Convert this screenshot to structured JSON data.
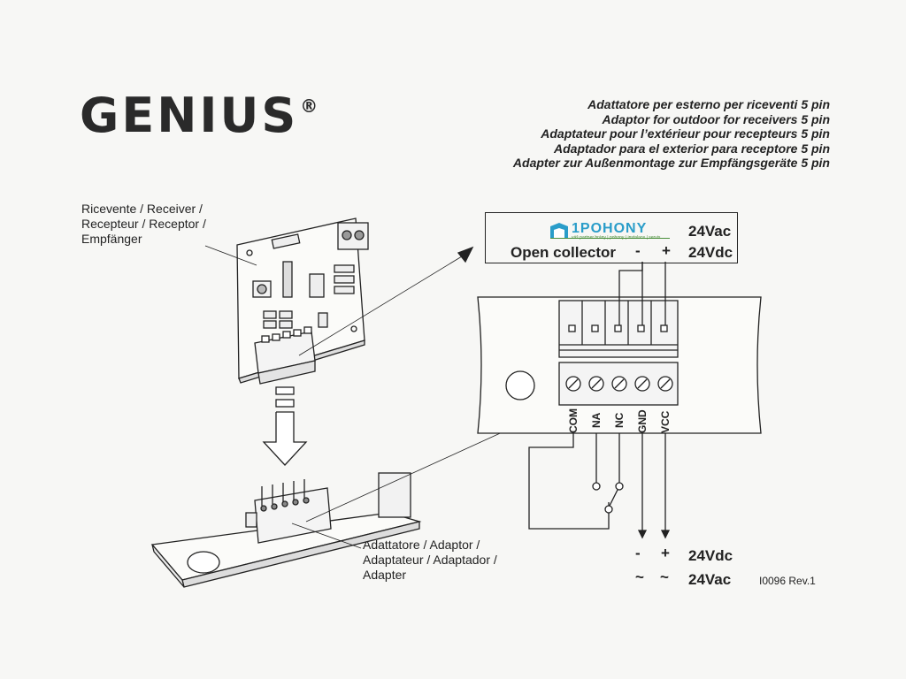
{
  "brand": {
    "name": "GENIUS",
    "registered": "®"
  },
  "titles": [
    "Adattatore per esterno per riceventi 5 pin",
    "Adaptor for outdoor for receivers 5 pin",
    "Adaptateur pour l’extérieur pour recepteurs 5 pin",
    "Adaptador para el exterior para receptore 5 pin",
    "Adapter zur Außenmontage zur Empfängsgeräte 5 pin"
  ],
  "receiver_label": [
    "Ricevente / Receiver /",
    "Recepteur / Receptor /",
    "Empfänger"
  ],
  "adaptor_label": [
    "Adattatore / Adaptor /",
    "Adaptateur / Adaptador /",
    "Adapter"
  ],
  "supply_box": {
    "logo_text": "1POHONY",
    "logo_sub": "váš partner brány | pohony | instalace | servis",
    "row1_voltage": "24Vac",
    "row2_label": "Open collector",
    "row2_minus": "-",
    "row2_plus": "+",
    "row2_voltage": "24Vdc"
  },
  "terminals": [
    "COM",
    "NA",
    "NC",
    "GND",
    "VCC"
  ],
  "bottom_supply": {
    "dc_minus": "-",
    "dc_plus": "+",
    "dc_voltage": "24Vdc",
    "ac_1": "~",
    "ac_2": "~",
    "ac_voltage": "24Vac"
  },
  "doc_code": "I0096 Rev.1"
}
